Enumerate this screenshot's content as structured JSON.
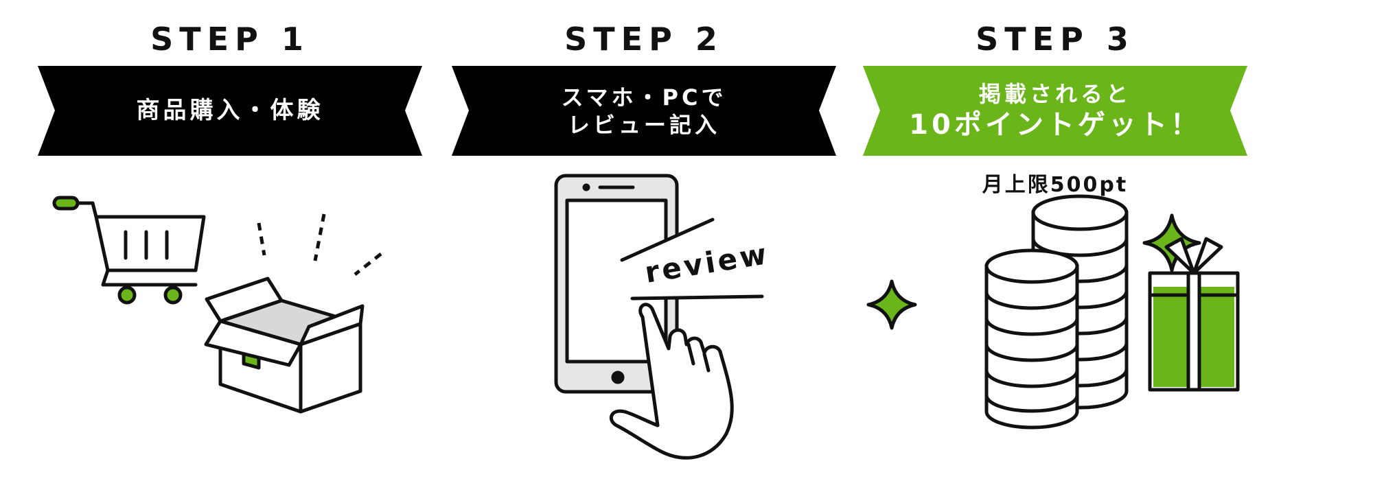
{
  "steps": [
    {
      "title": "STEP 1",
      "banner_lines": [
        "商品購入・体験"
      ],
      "banner_color": "#000000"
    },
    {
      "title": "STEP 2",
      "banner_lines": [
        "スマホ・PCで",
        "レビュー記入"
      ],
      "banner_color": "#000000",
      "review_word": "review"
    },
    {
      "title": "STEP 3",
      "banner_lines": [
        "掲載されると",
        "10ポイントゲット！"
      ],
      "banner_color": "#6ab51a",
      "note": "月上限500pt"
    }
  ],
  "colors": {
    "accent_green": "#6ab51a",
    "ink": "#111111",
    "light_gray": "#e6e6e6"
  },
  "icons": [
    "shopping-cart-icon",
    "open-box-icon",
    "smartphone-icon",
    "pointing-hand-icon",
    "coins-icon",
    "sparkle-icon",
    "gift-icon"
  ]
}
